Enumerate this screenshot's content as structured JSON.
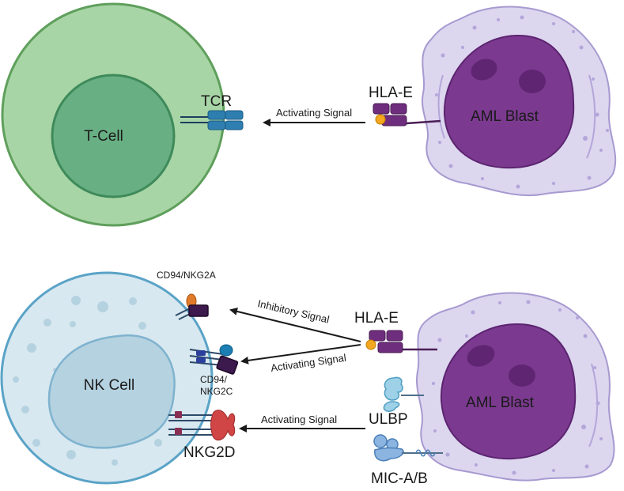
{
  "top_panel": {
    "t_cell": "T-Cell",
    "tcr": "TCR",
    "signal": "Activating Signal",
    "hla_e": "HLA-E",
    "aml_blast": "AML Blast"
  },
  "bottom_panel": {
    "nk_cell": "NK Cell",
    "cd94_nkg2a": "CD94/NKG2A",
    "cd94_nkg2c_line1": "CD94/",
    "cd94_nkg2c_line2": "NKG2C",
    "nkg2d": "NKG2D",
    "inhibitory_signal": "Inhibitory Signal",
    "activating_signal_1": "Activating Signal",
    "activating_signal_2": "Activating Signal",
    "hla_e": "HLA-E",
    "ulbp": "ULBP",
    "mic_ab": "MIC-A/B",
    "aml_blast": "AML Blast"
  },
  "colors": {
    "t_cell_outer": "#a8d5a6",
    "t_cell_inner": "#68b083",
    "nk_outer": "#d8e8f0",
    "nk_inner": "#b5d2e0",
    "aml_outer": "#dcd6ef",
    "aml_nucleus": "#7b3a8f",
    "receptor_blue": "#2e7fb0",
    "hla_purple": "#6f2d7d",
    "ligand_orange": "#f3a81f"
  }
}
